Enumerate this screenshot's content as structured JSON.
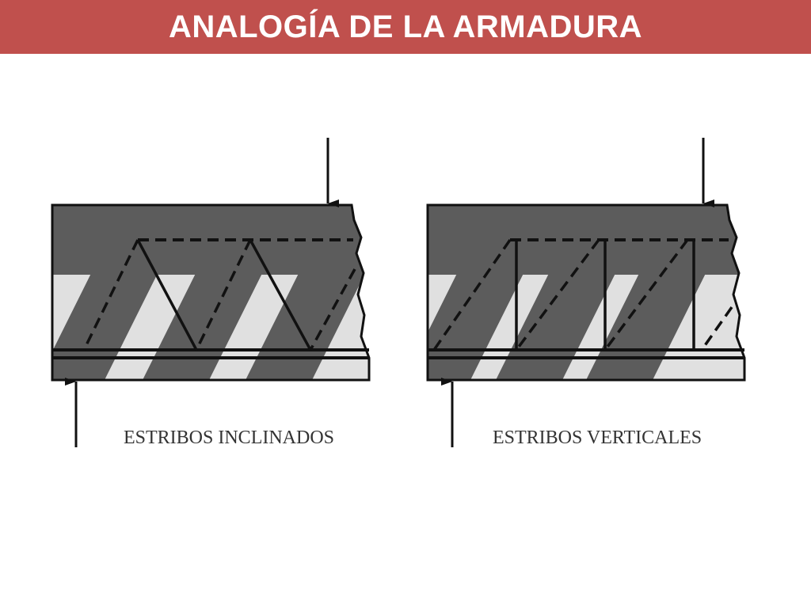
{
  "header": {
    "title": "ANALOGÍA DE LA ARMADURA"
  },
  "diagrams": {
    "inclined": {
      "label": "ESTRIBOS INCLINADOS"
    },
    "vertical": {
      "label": "ESTRIBOS VERTICALES"
    }
  },
  "colors": {
    "header_bg": "#c0504d",
    "beam_light": "#e0e0e0",
    "beam_dark": "#5c5c5c",
    "line": "#111111"
  }
}
